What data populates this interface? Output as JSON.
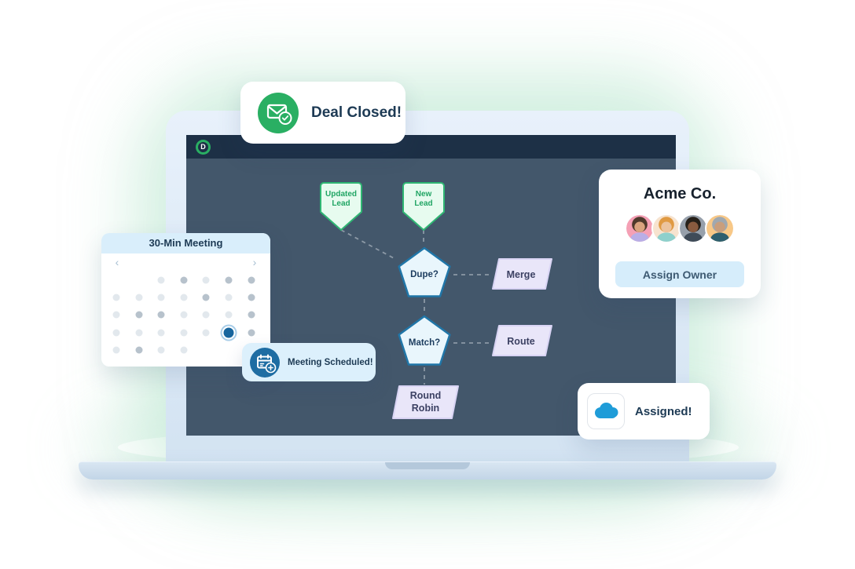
{
  "app": {
    "logo_letter": "D"
  },
  "screen": {
    "flow": {
      "nodes": {
        "updated_lead": "Updated\nLead",
        "new_lead": "New\nLead",
        "dupe": "Dupe?",
        "merge": "Merge",
        "match": "Match?",
        "route": "Route",
        "round_robin": "Round\nRobin"
      }
    }
  },
  "cards": {
    "deal_closed": {
      "label": "Deal Closed!"
    },
    "meeting": {
      "title": "30-Min Meeting",
      "prev": "‹",
      "next": "›",
      "day_grid": [
        [
          "none",
          "none",
          "light",
          "mid",
          "light",
          "mid",
          "mid"
        ],
        [
          "light",
          "light",
          "light",
          "light",
          "mid",
          "light",
          "mid"
        ],
        [
          "light",
          "mid",
          "mid",
          "light",
          "light",
          "light",
          "mid"
        ],
        [
          "light",
          "light",
          "light",
          "light",
          "light",
          "selected",
          "mid"
        ],
        [
          "light",
          "mid",
          "light",
          "light",
          "none",
          "none",
          "none"
        ]
      ]
    },
    "meeting_scheduled": {
      "label": "Meeting Scheduled!"
    },
    "acme": {
      "title": "Acme Co.",
      "button_label": "Assign Owner",
      "avatars": [
        {
          "name": "avatar-man-pink",
          "bg": "#f5a0b5",
          "skin": "#d9a47f",
          "hair": "#4e3a2c",
          "shirt": "#b9aee6"
        },
        {
          "name": "avatar-woman-curly",
          "bg": "#f7e3cf",
          "skin": "#ecc39e",
          "hair": "#e09a43",
          "shirt": "#8ed0cc"
        },
        {
          "name": "avatar-woman-afro",
          "bg": "#97a0ab",
          "skin": "#8a5b3f",
          "hair": "#262019",
          "shirt": "#3f4b58"
        },
        {
          "name": "avatar-man-glasses",
          "bg": "#f8c887",
          "skin": "#c99e7c",
          "hair": "#9fa8b0",
          "shirt": "#2e5f6e"
        }
      ]
    },
    "assigned": {
      "label": "Assigned!"
    }
  },
  "colors": {
    "accent_green": "#2aaf63",
    "accent_blue": "#2076a8",
    "lavender_fill": "#e9e6f9",
    "navy_text": "#1d3a54",
    "salesforce_blue": "#1f9cd8",
    "selected_day": "#17659d",
    "topbar": "#1d3046",
    "screen_bg": "#43576b"
  }
}
